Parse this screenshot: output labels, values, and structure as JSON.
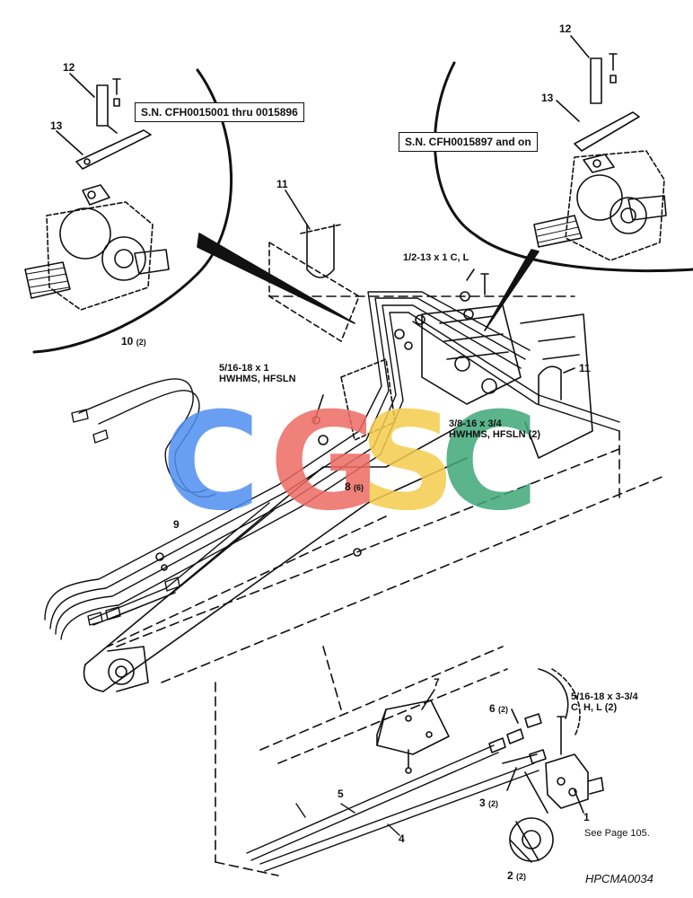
{
  "callouts": {
    "serial_left": "S.N. CFH0015001 thru 0015896",
    "serial_right": "S.N. CFH0015897 and on"
  },
  "parts": {
    "p12_left": "12",
    "p13_left": "13",
    "p12_right": "12",
    "p13_right": "13",
    "p11_left": "11",
    "p11_right": "11",
    "p10": "10",
    "p10_qty": "(2)",
    "p9": "9",
    "p8": "8",
    "p8_qty": "(6)",
    "p7": "7",
    "p6": "6",
    "p6_qty": "(2)",
    "p5": "5",
    "p4": "4",
    "p3": "3",
    "p3_qty": "(2)",
    "p2": "2",
    "p2_qty": "(2)",
    "p1": "1"
  },
  "hardware": {
    "bolt_half_inch_l1": "1/2-13 x 1 C, L",
    "bolt_5_16_l1": "5/16-18 x 1",
    "bolt_5_16_l2": "HWHMS, HFSLN",
    "bolt_3_8_l1": "3/8-16 x 3/4",
    "bolt_3_8_l2": "HWHMS, HFSLN (2)",
    "bolt_long_l1": "5/16-18 x 3-3/4",
    "bolt_long_l2": "C, H, L (2)"
  },
  "notes": {
    "see_page": "See Page 105."
  },
  "figure_id": "HPCMA0034",
  "watermark": {
    "letters": [
      "C",
      "G",
      "S",
      "C"
    ],
    "colors": [
      "#4f8ff0",
      "#ee6b63",
      "#f4cc4c",
      "#3fa877"
    ]
  }
}
